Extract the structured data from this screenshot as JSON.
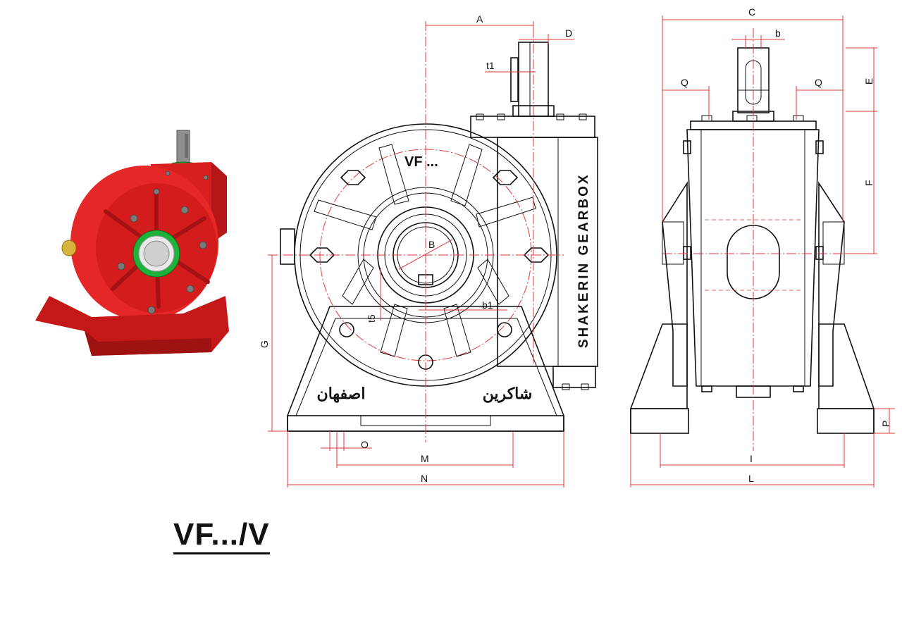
{
  "title": "VF.../V",
  "engravings": {
    "model": "VF ...",
    "brand": "SHAKERIN GEARBOX",
    "city_fa": "اصفهان",
    "brand_fa": "شاکرین"
  },
  "dimension_labels": {
    "A": "A",
    "D": "D",
    "t1": "t1",
    "B": "B",
    "t5": "t5",
    "b1": "b1",
    "G": "G",
    "O": "O",
    "M": "M",
    "N": "N",
    "C": "C",
    "b": "b",
    "Q_left": "Q",
    "Q_right": "Q",
    "E": "E",
    "F": "F",
    "I": "I",
    "L": "L",
    "P": "P"
  },
  "colors": {
    "dimension": "#e03a3a",
    "body": "#e32222",
    "shaft": "#9a9a9a",
    "seal": "#1db33a"
  }
}
